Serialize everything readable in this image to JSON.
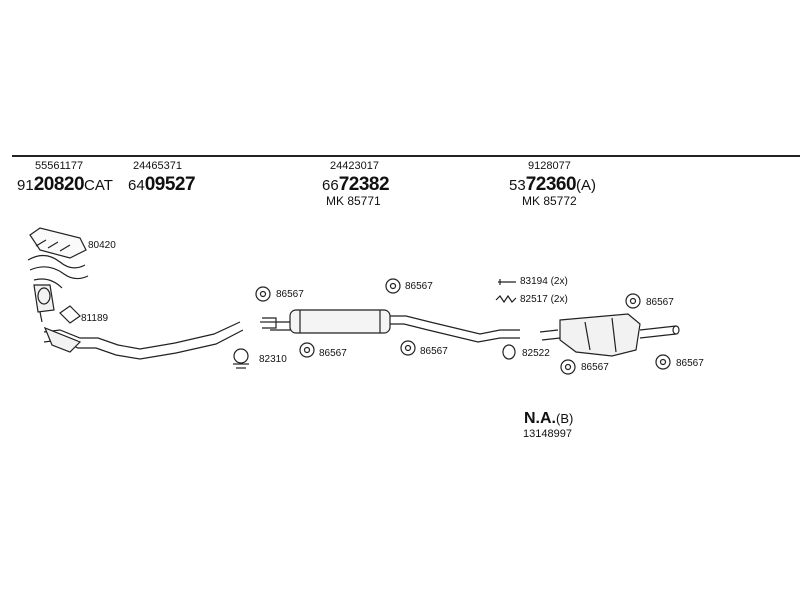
{
  "header": {
    "col1": {
      "small": "55561177",
      "prefix": "91",
      "bold": "20820",
      "suffix": "CAT"
    },
    "col2": {
      "small": "24465371",
      "prefix": "64",
      "bold": "09527",
      "suffix": ""
    },
    "col3": {
      "small": "24423017",
      "prefix": "66",
      "bold": "72382",
      "suffix": "",
      "mk": "MK  85771"
    },
    "col4": {
      "small": "9128077",
      "prefix": "53",
      "bold": "72360",
      "suffix": "(A)",
      "mk": "MK  85772"
    }
  },
  "parts": {
    "p80420": "80420",
    "p81189": "81189",
    "p82310": "82310",
    "p86567a": "86567",
    "p86567b": "86567",
    "p86567c": "86567",
    "p86567d": "86567",
    "p86567e": "86567",
    "p86567f": "86567",
    "p86567g": "86567",
    "p83194": "83194 (2x)",
    "p82517": "82517 (2x)",
    "p82522": "82522"
  },
  "footer": {
    "na": "N.A.",
    "na_suffix": "(B)",
    "number": "13148997"
  }
}
